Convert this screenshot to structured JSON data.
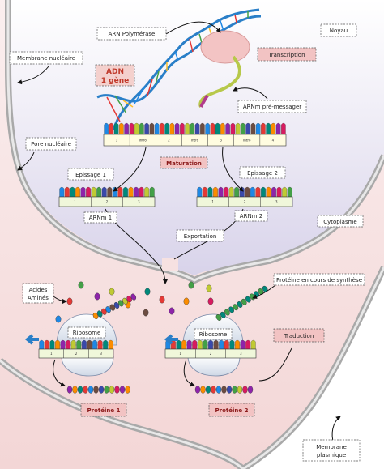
{
  "labels": {
    "arn_polymerase": "ARN Polymérase",
    "noyau": "Noyau",
    "membrane_nucleaire": "Membrane nucléaire",
    "adn_line1": "ADN",
    "adn_line2": "1 gène",
    "transcription": "Transcription",
    "arnm_pre_messager": "ARNm pré-messager",
    "pore_nucleaire": "Pore nucléaire",
    "maturation": "Maturation",
    "epissage_1": "Epissage 1",
    "epissage_2": "Epissage 2",
    "arnm_1": "ARNm 1",
    "arnm_2": "ARNm 2",
    "cytoplasme": "Cytoplasme",
    "exportation": "Exportation",
    "acides_amines_line1": "Acides",
    "acides_amines_line2": "Aminés",
    "proteine_synthese": "Protéine en cours de synthèse",
    "ribosome_left": "Ribosome",
    "ribosome_right": "Ribosome",
    "traduction": "Traduction",
    "proteine_1": "Protéine 1",
    "proteine_2": "Protéine 2",
    "membrane_plasmique_line1": "Membrane",
    "membrane_plasmique_line2": "plasmique"
  },
  "pre_mrna_segments": [
    "1",
    "Intro",
    "2",
    "Intro",
    "3",
    "Intro",
    "4"
  ],
  "epissage1_segments": [
    "1",
    "2",
    "3"
  ],
  "epissage2_segments": [
    "1",
    "2",
    "3"
  ],
  "ribosome_left_segments": [
    "1",
    "2",
    "3"
  ],
  "ribosome_right_segments": [
    "1",
    "2",
    "3"
  ],
  "colors": {
    "nucleus": "#ddd9ec",
    "cytoplasm": "#f6e1e1",
    "membrane": "#b8b8b8",
    "accent_box": "#f2c3c3",
    "dna_blue": "#2a7fc8"
  }
}
